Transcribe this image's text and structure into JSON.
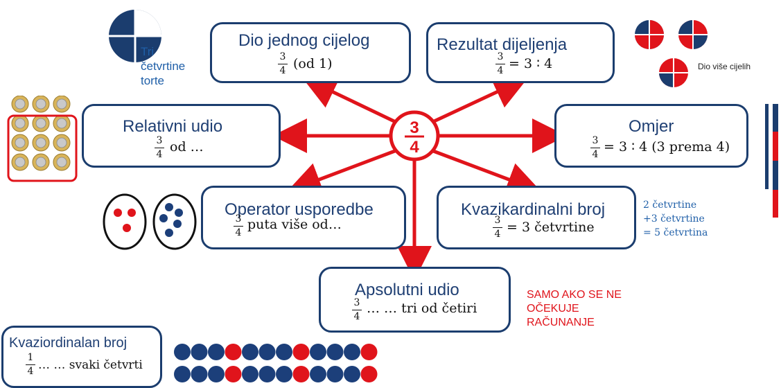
{
  "center": {
    "numerator": "3",
    "denominator": "4"
  },
  "boxes": {
    "part_of_whole": {
      "title": "Dio jednog cijelog",
      "num": "3",
      "den": "4",
      "expr": "(od 1)"
    },
    "division_result": {
      "title": "Rezultat dijeljenja",
      "num": "3",
      "den": "4",
      "expr": "= 3 ∶ 4"
    },
    "relative_share": {
      "title": "Relativni udio",
      "num": "3",
      "den": "4",
      "expr": "od …"
    },
    "ratio": {
      "title": "Omjer",
      "num": "3",
      "den": "4",
      "expr": "= 3 ∶ 4  (3 prema 4)"
    },
    "comparison_operator": {
      "title": "Operator usporedbe",
      "num": "3",
      "den": "4",
      "expr": "puta više od…"
    },
    "quasi_cardinal": {
      "title": "Kvazikardinalni broj",
      "num": "3",
      "den": "4",
      "expr": "= 3 četvrtine"
    },
    "absolute_share": {
      "title": "Apsolutni udio",
      "num": "3",
      "den": "4",
      "expr": "… …  tri od četiri"
    },
    "quasi_ordinal": {
      "title": "Kvaziordinalan broj",
      "num": "1",
      "den": "4",
      "expr": "… … svaki četvrti"
    }
  },
  "notes": {
    "cake_line1": "Tri",
    "cake_line2": "četvrtine",
    "cake_line3": "torte",
    "multi_wholes": "Dio više cijelih",
    "sum_line1": "2 četvrtine",
    "sum_line2": "+3 četvrtine",
    "sum_line3": "= 5 četvrtina",
    "warning_line1": "SAMO AKO SE NE",
    "warning_line2": "OČEKUJE",
    "warning_line3": "RAČUNANJE"
  },
  "colors": {
    "navy": "#1b3d6e",
    "red": "#e0141b",
    "blue": "#1f5fa8",
    "bead_blue": "#1c3f7a",
    "bead_red": "#e0141b",
    "coin_gold": "#d8b45a",
    "coin_silver": "#c9c9c9"
  }
}
